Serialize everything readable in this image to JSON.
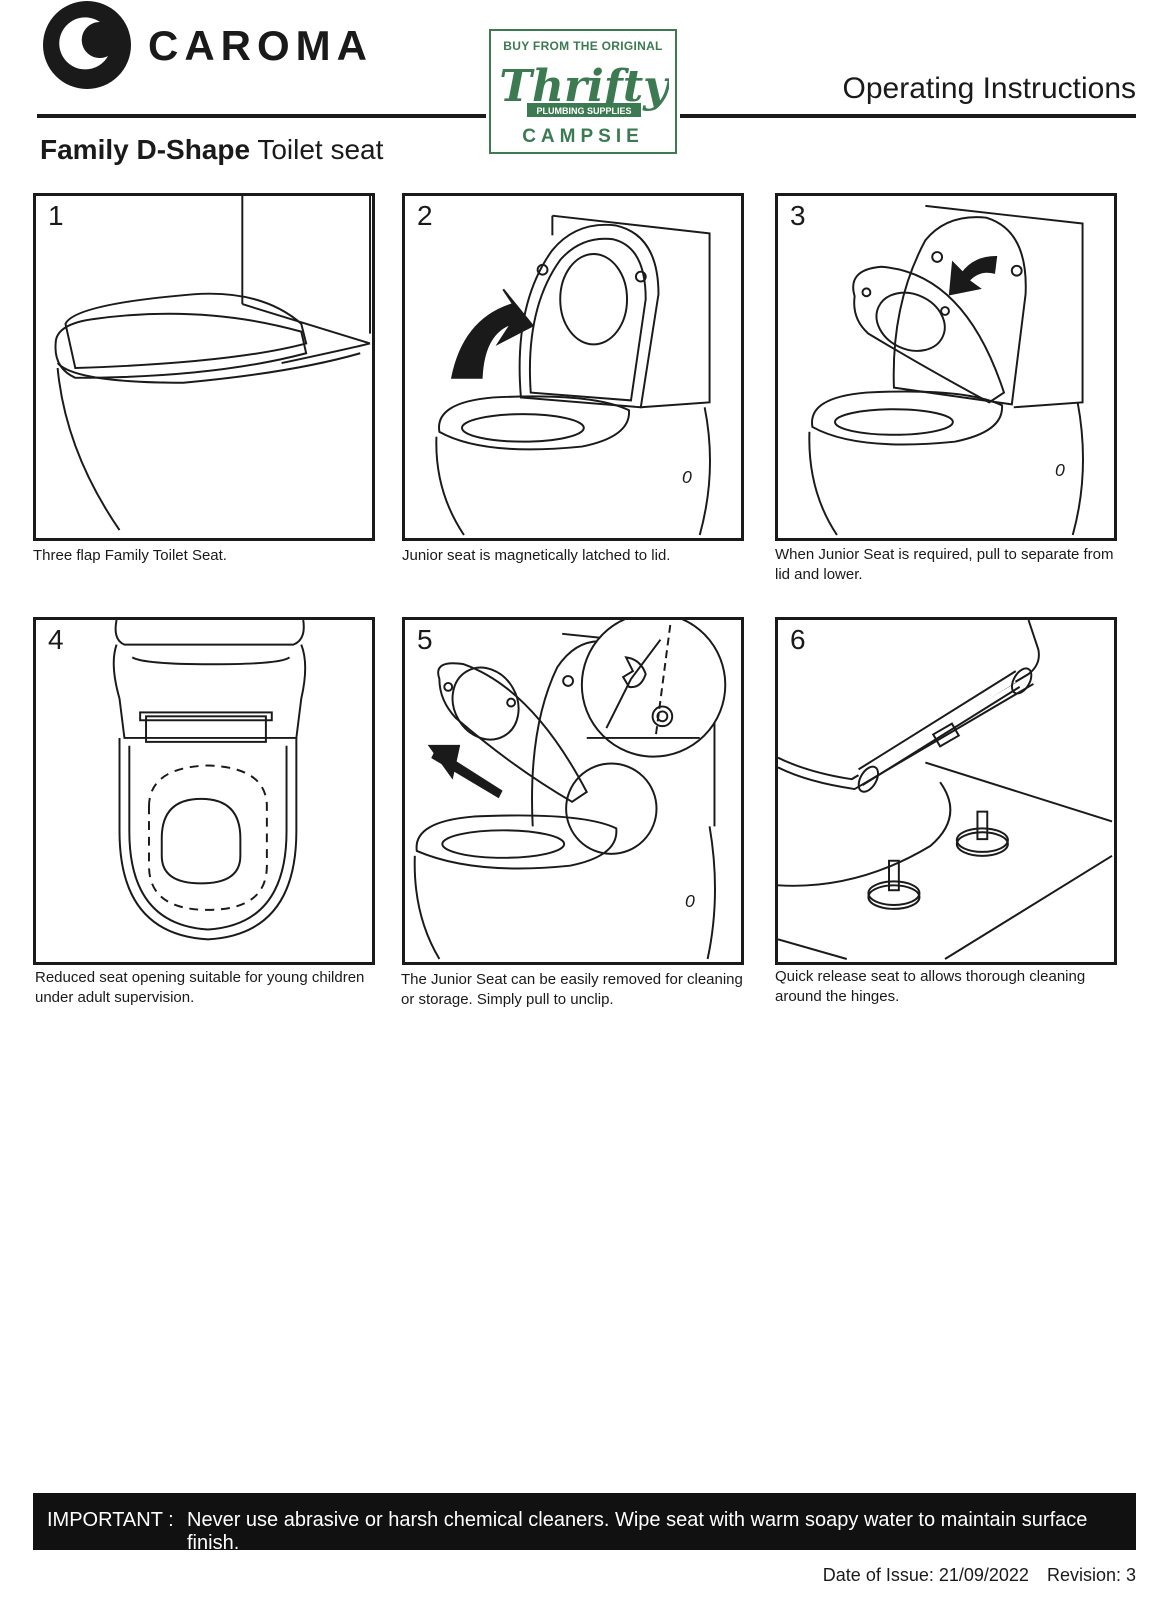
{
  "header": {
    "brand": "CAROMA",
    "doc_title": "Operating Instructions",
    "product_bold": "Family D-Shape",
    "product_rest": "Toilet seat"
  },
  "stamp": {
    "top_text": "BUY FROM THE ORIGINAL",
    "logo_text": "Thrifty",
    "ribbon_text": "PLUMBING SUPPLIES",
    "bottom_text": "CAMPSIE",
    "color": "#3c7a52"
  },
  "steps": [
    {
      "number": "1",
      "caption": "Three flap Family Toilet Seat."
    },
    {
      "number": "2",
      "caption": "Junior seat is magnetically latched to lid."
    },
    {
      "number": "3",
      "caption": "When Junior Seat is required, pull to separate from lid and lower."
    },
    {
      "number": "4",
      "caption": "Reduced seat opening suitable for young children under adult supervision."
    },
    {
      "number": "5",
      "caption": "The Junior Seat can be easily removed for cleaning or storage. Simply pull to unclip."
    },
    {
      "number": "6",
      "caption": "Quick release seat to allows thorough cleaning around the hinges."
    }
  ],
  "footer": {
    "important_label": "IMPORTANT :",
    "important_text": "Never use abrasive or harsh chemical cleaners. Wipe seat with warm soapy water to maintain surface finish.",
    "date_of_issue": "Date of Issue: 21/09/2022",
    "revision": "Revision: 3"
  }
}
